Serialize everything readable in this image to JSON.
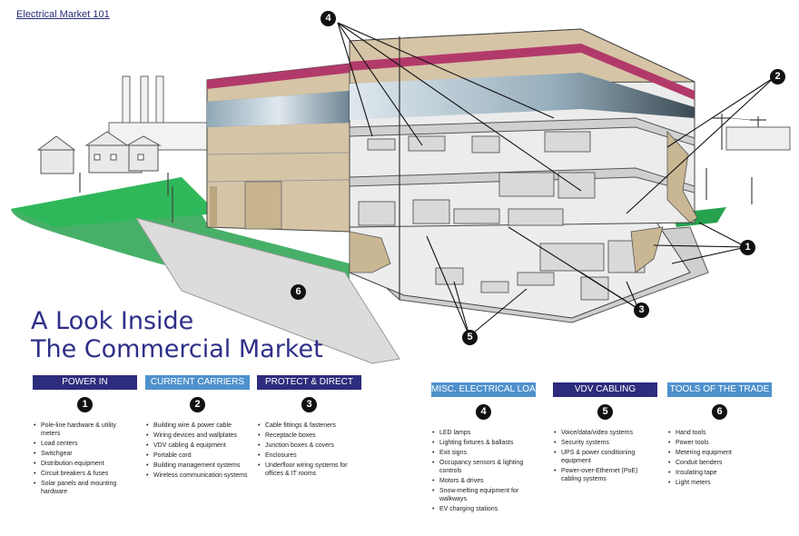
{
  "header": {
    "section_label": "Electrical Market 101"
  },
  "headline": {
    "line1": "A Look Inside",
    "line2": "The Commercial Market"
  },
  "colors": {
    "purple": "#2d2c7d",
    "blue": "#4f91cc",
    "green": "#27a24d",
    "tan": "#d6c4a6",
    "magenta": "#b23a6a"
  },
  "callouts": [
    "4",
    "2",
    "1",
    "3",
    "5",
    "6"
  ],
  "categories": [
    {
      "title": "POWER IN",
      "number": "1",
      "color": "purple",
      "items": [
        "Pole-line hardware & utility meters",
        "Load centers",
        "Switchgear",
        "Distribution equipment",
        "Circuit breakers & fuses",
        "Solar panels and mounting hardware"
      ]
    },
    {
      "title": "CURRENT CARRIERS",
      "number": "2",
      "color": "blue",
      "items": [
        "Building wire & power cable",
        "Wiring devices and wallplates",
        "VDV cabling & equipment",
        "Portable cord",
        "Building management systems",
        "Wireless communication systems"
      ]
    },
    {
      "title": "PROTECT & DIRECT",
      "number": "3",
      "color": "purple",
      "items": [
        "Cable fittings & fasteners",
        "Receptacle boxes",
        "Junction boxes & covers",
        "Enclosures",
        "Underfloor wiring systems for offices & IT rooms"
      ]
    },
    {
      "title": "MISC. ELECTRICAL LOADS",
      "number": "4",
      "color": "blue",
      "items": [
        "LED lamps",
        "Lighting fixtures & ballasts",
        "Exit signs",
        "Occupancy sensors & lighting controls",
        "Motors & drives",
        "Snow-melting equipment for walkways",
        "EV charging stations"
      ]
    },
    {
      "title": "VDV CABLING",
      "number": "5",
      "color": "purple",
      "items": [
        "Voice/data/video systems",
        "Security systems",
        "UPS & power conditioning equipment",
        "Power-over-Ethernet (PoE) cabling systems"
      ]
    },
    {
      "title": "TOOLS OF THE TRADE",
      "number": "6",
      "color": "blue",
      "items": [
        "Hand tools",
        "Power tools",
        "Metering equipment",
        "Conduit benders",
        "Insulating tape",
        "Light meters"
      ]
    }
  ]
}
